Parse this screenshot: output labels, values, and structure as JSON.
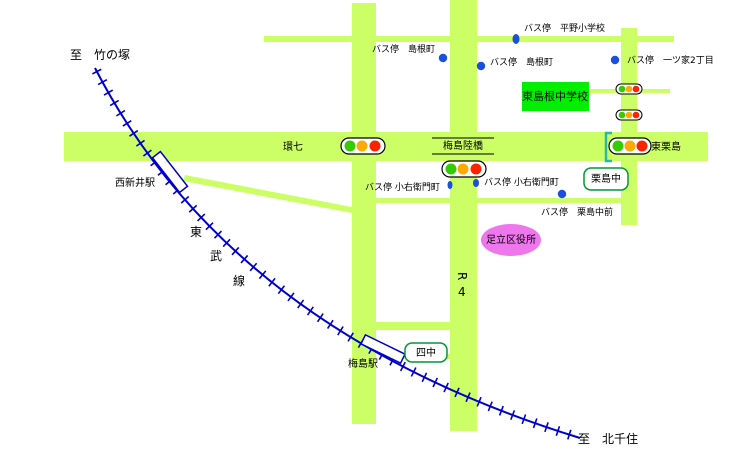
{
  "colors": {
    "road": "#ccff66",
    "road_minor": "#ccff66",
    "rail": "#0000cc",
    "bus_stop": "#1a4fe0",
    "school_fill": "#00ee00",
    "office_fill": "#ee77ee",
    "label_border": "#009933",
    "light_red": "#ff2200",
    "light_yellow": "#ffaa00",
    "light_green": "#33cc00",
    "bracket": "#22bbaa"
  },
  "labels": {
    "to_takenotsuka": "至　竹の塚",
    "to_kitasenju": "至　北千住",
    "nishiarai_station": "西新井駅",
    "umejima_station": "梅島駅",
    "tobu_line": [
      "東",
      "武",
      "線"
    ],
    "kannana": "環七",
    "umejima_bridge": "梅島陸橋",
    "higashi_kurishima": "東栗島",
    "route4": [
      "R",
      "4"
    ],
    "adachi_office": "足立区役所",
    "higashi_shimane_jhs": "東島根中学校",
    "kurishima_chu": "栗島中",
    "yonchu": "四中"
  },
  "bus_stops": {
    "hirano_school": "バス停　平野小学校",
    "shimane_1": "バス停　島根町",
    "shimane_2": "バス停　島根町",
    "hitotsuya": "バス停　一ツ家2丁目",
    "koemon_1": "バス停 小右衛門町",
    "koemon_2": "バス停 小右衛門町",
    "kurishima_mae": "バス停　栗島中前"
  }
}
